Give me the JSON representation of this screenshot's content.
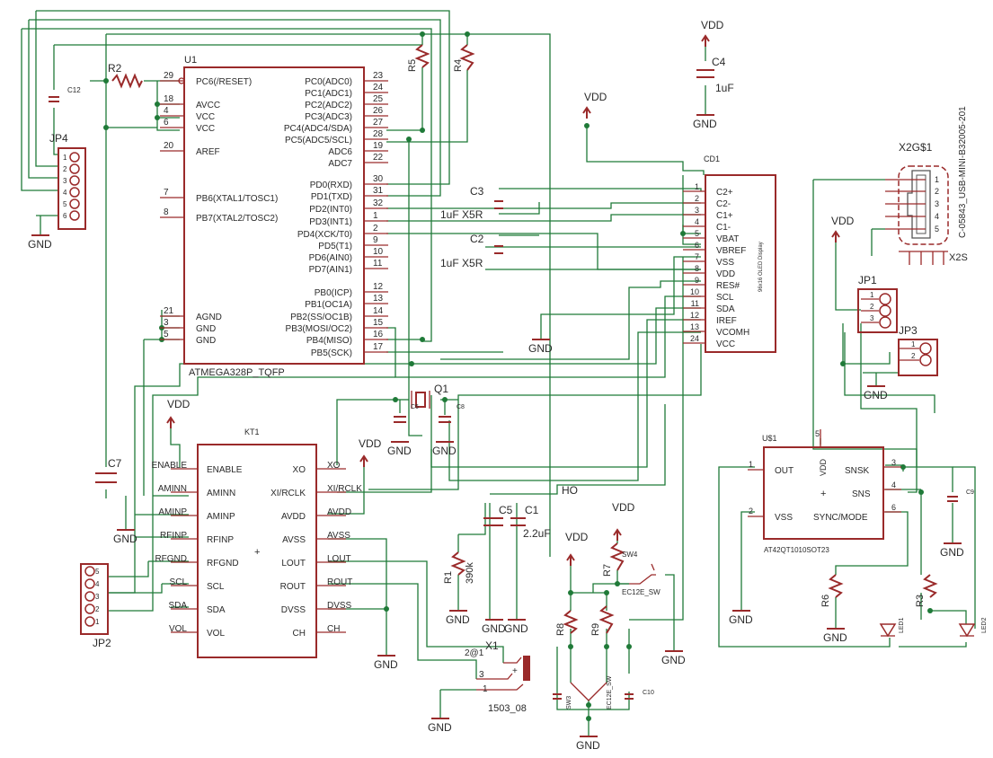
{
  "u1": {
    "name": "U1",
    "part": "ATMEGA328P_TQFP",
    "left_pins": [
      {
        "num": "29",
        "name": "PC6(/RESET)"
      },
      {
        "num": "18",
        "name": "AVCC"
      },
      {
        "num": "4",
        "name": "VCC"
      },
      {
        "num": "6",
        "name": "VCC"
      },
      {
        "num": "20",
        "name": "AREF"
      },
      {
        "num": "7",
        "name": "PB6(XTAL1/TOSC1)"
      },
      {
        "num": "8",
        "name": "PB7(XTAL2/TOSC2)"
      },
      {
        "num": "21",
        "name": "AGND"
      },
      {
        "num": "3",
        "name": "GND"
      },
      {
        "num": "5",
        "name": "GND"
      }
    ],
    "right_pins": [
      {
        "num": "23",
        "name": "PC0(ADC0)"
      },
      {
        "num": "24",
        "name": "PC1(ADC1)"
      },
      {
        "num": "25",
        "name": "PC2(ADC2)"
      },
      {
        "num": "26",
        "name": "PC3(ADC3)"
      },
      {
        "num": "27",
        "name": "PC4(ADC4/SDA)"
      },
      {
        "num": "28",
        "name": "PC5(ADC5/SCL)"
      },
      {
        "num": "19",
        "name": "ADC6"
      },
      {
        "num": "22",
        "name": "ADC7"
      },
      {
        "num": "30",
        "name": "PD0(RXD)"
      },
      {
        "num": "31",
        "name": "PD1(TXD)"
      },
      {
        "num": "32",
        "name": "PD2(INT0)"
      },
      {
        "num": "1",
        "name": "PD3(INT1)"
      },
      {
        "num": "2",
        "name": "PD4(XCK/T0)"
      },
      {
        "num": "9",
        "name": "PD5(T1)"
      },
      {
        "num": "10",
        "name": "PD6(AIN0)"
      },
      {
        "num": "11",
        "name": "PD7(AIN1)"
      },
      {
        "num": "12",
        "name": "PB0(ICP)"
      },
      {
        "num": "13",
        "name": "PB1(OC1A)"
      },
      {
        "num": "14",
        "name": "PB2(SS/OC1B)"
      },
      {
        "num": "15",
        "name": "PB3(MOSI/OC2)"
      },
      {
        "num": "16",
        "name": "PB4(MISO)"
      },
      {
        "num": "17",
        "name": "PB5(SCK)"
      }
    ]
  },
  "kt1": {
    "name": "KT1",
    "left_pins": [
      "ENABLE",
      "AMINN",
      "AMINP",
      "RFINP",
      "RFGND",
      "SCL",
      "SDA",
      "VOL"
    ],
    "right_pins": [
      "XO",
      "XI/RCLK",
      "AVDD",
      "AVSS",
      "LOUT",
      "ROUT",
      "DVSS",
      "CH"
    ],
    "left_nets": [
      "ENABLE",
      "AMINN",
      "AMINP",
      "RFINP",
      "RFGND",
      "SCL",
      "SDA",
      "VOL"
    ],
    "right_nets": [
      "XO",
      "XI/RCLK",
      "AVDD",
      "AVSS",
      "LOUT",
      "ROUT",
      "DVSS",
      "CH"
    ]
  },
  "cd1": {
    "name": "CD1",
    "subtitle": "96x16 OLED Display",
    "pins": [
      {
        "num": "1",
        "name": "C2+"
      },
      {
        "num": "2",
        "name": "C2-"
      },
      {
        "num": "3",
        "name": "C1+"
      },
      {
        "num": "4",
        "name": "C1-"
      },
      {
        "num": "5",
        "name": "VBAT"
      },
      {
        "num": "6",
        "name": "VBREF"
      },
      {
        "num": "7",
        "name": "VSS"
      },
      {
        "num": "8",
        "name": "VDD"
      },
      {
        "num": "9",
        "name": "RES#"
      },
      {
        "num": "10",
        "name": "SCL"
      },
      {
        "num": "11",
        "name": "SDA"
      },
      {
        "num": "12",
        "name": "IREF"
      },
      {
        "num": "13",
        "name": "VCOMH"
      },
      {
        "num": "24",
        "name": "VCC"
      }
    ]
  },
  "us1": {
    "name": "U$1",
    "part": "AT42QT1010SOT23",
    "pins_left": [
      {
        "num": "1",
        "name": "OUT"
      },
      {
        "num": "2",
        "name": "VSS"
      }
    ],
    "pins_top": [
      {
        "num": "5",
        "name": "VDD"
      }
    ],
    "pins_right": [
      {
        "num": "3",
        "name": "SNSK"
      },
      {
        "num": "4",
        "name": "SNS"
      },
      {
        "num": "6",
        "name": "SYNC/MODE"
      }
    ]
  },
  "usb": {
    "name": "X2G$1",
    "part": "C-05843_USB-MINI-B32005-201",
    "shield": "X2S",
    "pins": [
      "1",
      "2",
      "3",
      "4",
      "5"
    ]
  },
  "jp4": {
    "name": "JP4",
    "pins": [
      "1",
      "2",
      "3",
      "4",
      "5",
      "6"
    ]
  },
  "jp2": {
    "name": "JP2",
    "pins": [
      "5",
      "4",
      "3",
      "2",
      "1"
    ]
  },
  "jp1": {
    "name": "JP1",
    "pins": [
      "1",
      "2",
      "3"
    ]
  },
  "jp3": {
    "name": "JP3",
    "pins": [
      "1",
      "2"
    ]
  },
  "x1": {
    "name": "X1",
    "part": "1503_08",
    "pins": [
      "2@1",
      "3",
      "1"
    ]
  },
  "q1": {
    "name": "Q1"
  },
  "components": {
    "r2": "R2",
    "r5": "R5",
    "r4": "R4",
    "r1": "R1",
    "r1_val": "390k",
    "r7": "R7",
    "r8": "R8",
    "r9": "R9",
    "r6": "R6",
    "r3": "R3",
    "c12": "C12",
    "c4": "C4",
    "c4_val": "1uF",
    "c3": "C3",
    "c3_val": "1uF X5R",
    "c2": "C2",
    "c2_val": "1uF X5R",
    "c7": "C7",
    "c5": "C5",
    "c1": "C1",
    "c1_val": "2.2uF",
    "c6": "C6",
    "c8": "C8",
    "c9": "C9",
    "c10": "C10",
    "sw4": "SW4",
    "sw4_part": "EC12E_SW",
    "sw_mid": "EC12E_SW",
    "sw_left": "SW3",
    "led1": "LED1",
    "led2": "LED2",
    "ho": "HO"
  },
  "power": {
    "vdd": "VDD",
    "gnd": "GND"
  }
}
